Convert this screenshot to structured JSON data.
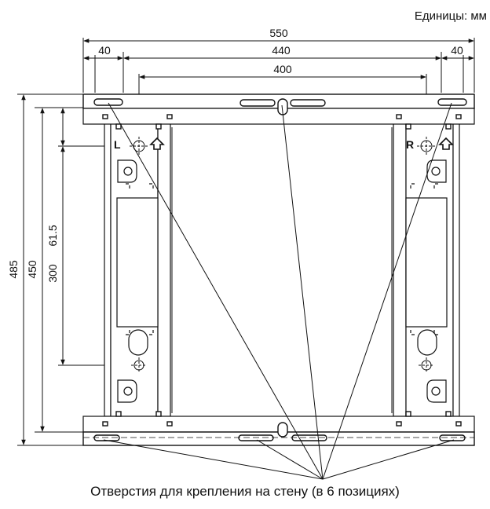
{
  "units_label": "Единицы: мм",
  "caption": "Отверстия для крепления на стену (в 6 позициях)",
  "dimensions": {
    "width_overall": "550",
    "width_left_margin": "40",
    "width_inner": "440",
    "width_right_margin": "40",
    "width_holes": "400",
    "height_overall": "485",
    "height_inner": "450",
    "height_holes": "300",
    "height_offset": "61.5"
  },
  "markers": {
    "left": "L",
    "right": "R"
  }
}
